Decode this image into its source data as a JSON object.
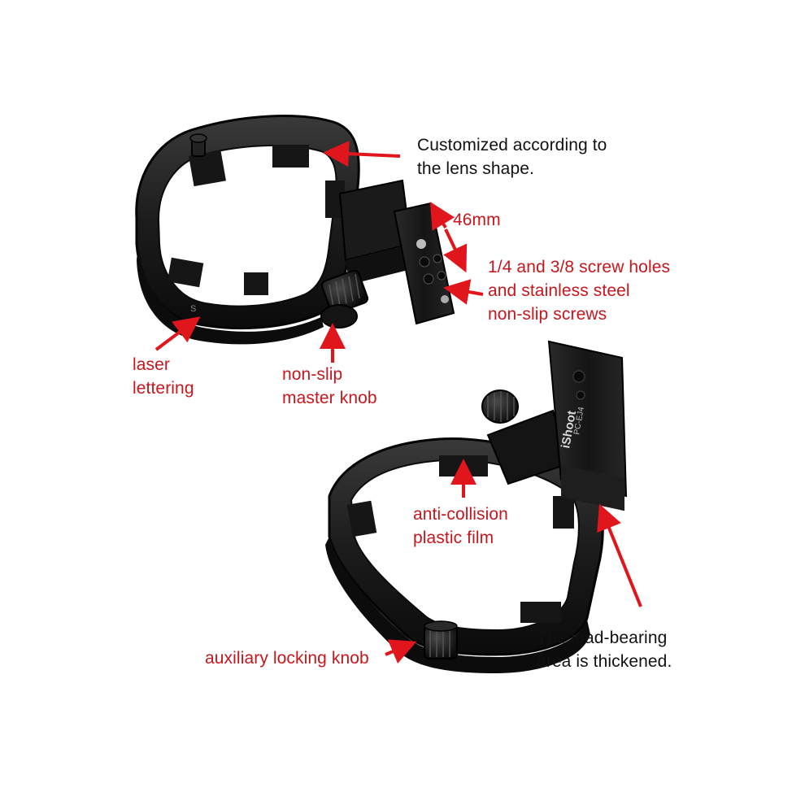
{
  "colors": {
    "annotation_red": "#c8161d",
    "annotation_black": "#111111",
    "arrow": "#e0161c",
    "metal": "#1a1a1a"
  },
  "labels": {
    "customized": "Customized according to\nthe lens shape.",
    "width": "46mm",
    "screw_holes": "1/4 and 3/8 screw holes\nand stainless steel\nnon-slip screws",
    "laser": "laser\nlettering",
    "master_knob": "non-slip\nmaster knob",
    "anti_collision": "anti-collision\nplastic film",
    "load_bearing": "The load-bearing\narea is thickened.",
    "aux_knob": "auxiliary locking knob"
  },
  "engravings": {
    "brand": "iShoot",
    "model": "PC-EJ4",
    "ring_mark": "S"
  }
}
